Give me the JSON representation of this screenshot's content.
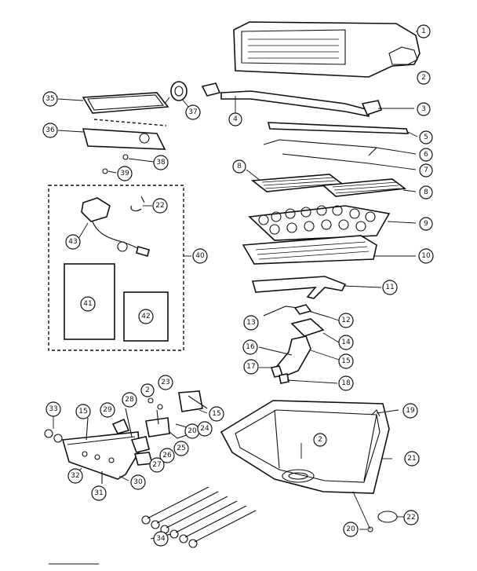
{
  "callouts": [
    {
      "id": "1",
      "label": "1"
    },
    {
      "id": "2",
      "label": "2"
    },
    {
      "id": "3",
      "label": "3"
    },
    {
      "id": "4",
      "label": "4"
    },
    {
      "id": "5",
      "label": "5"
    },
    {
      "id": "6",
      "label": "6"
    },
    {
      "id": "7",
      "label": "7"
    },
    {
      "id": "8a",
      "label": "8"
    },
    {
      "id": "8b",
      "label": "8"
    },
    {
      "id": "9",
      "label": "9"
    },
    {
      "id": "10",
      "label": "10"
    },
    {
      "id": "11",
      "label": "11"
    },
    {
      "id": "12",
      "label": "12"
    },
    {
      "id": "13",
      "label": "13"
    },
    {
      "id": "14",
      "label": "14"
    },
    {
      "id": "15a",
      "label": "15"
    },
    {
      "id": "15b",
      "label": "15"
    },
    {
      "id": "15c",
      "label": "15"
    },
    {
      "id": "16",
      "label": "16"
    },
    {
      "id": "17",
      "label": "17"
    },
    {
      "id": "18",
      "label": "18"
    },
    {
      "id": "19",
      "label": "19"
    },
    {
      "id": "20a",
      "label": "20"
    },
    {
      "id": "20b",
      "label": "20"
    },
    {
      "id": "21",
      "label": "21"
    },
    {
      "id": "22a",
      "label": "22"
    },
    {
      "id": "22b",
      "label": "22"
    },
    {
      "id": "2b",
      "label": "2"
    },
    {
      "id": "2c",
      "label": "2"
    },
    {
      "id": "23",
      "label": "23"
    },
    {
      "id": "24",
      "label": "24"
    },
    {
      "id": "25",
      "label": "25"
    },
    {
      "id": "26",
      "label": "26"
    },
    {
      "id": "27",
      "label": "27"
    },
    {
      "id": "28",
      "label": "28"
    },
    {
      "id": "29",
      "label": "29"
    },
    {
      "id": "30",
      "label": "30"
    },
    {
      "id": "31",
      "label": "31"
    },
    {
      "id": "32",
      "label": "32"
    },
    {
      "id": "33",
      "label": "33"
    },
    {
      "id": "34",
      "label": "34"
    },
    {
      "id": "35",
      "label": "35"
    },
    {
      "id": "36",
      "label": "36"
    },
    {
      "id": "37",
      "label": "37"
    },
    {
      "id": "38",
      "label": "38"
    },
    {
      "id": "39",
      "label": "39"
    },
    {
      "id": "40",
      "label": "40"
    },
    {
      "id": "41",
      "label": "41"
    },
    {
      "id": "42",
      "label": "42"
    },
    {
      "id": "43",
      "label": "43"
    }
  ]
}
